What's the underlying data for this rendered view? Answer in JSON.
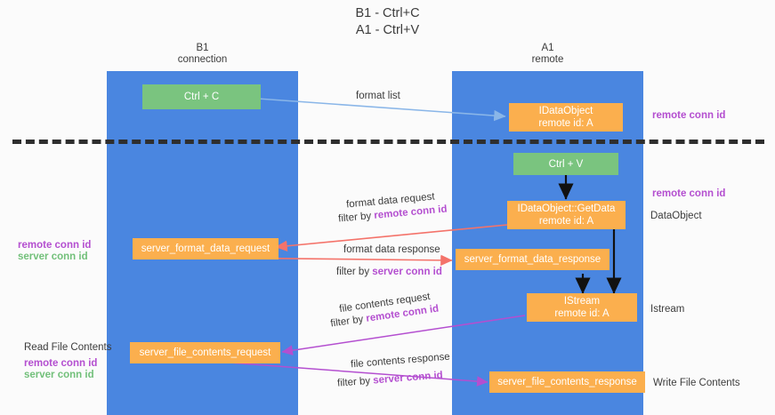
{
  "title": {
    "line1": "B1 - Ctrl+C",
    "line2": "A1 - Ctrl+V"
  },
  "colors": {
    "lane": "#4a86e0",
    "green_node": "#7ac47f",
    "orange_node": "#fbaf4e",
    "remote_conn_id": "#b44fd0",
    "server_conn_id": "#72c07a",
    "arrow_format_list": "#8ab6e8",
    "arrow_black": "#111111",
    "arrow_red": "#f4736a",
    "arrow_purple": "#b44fd0",
    "divider": "#2e2e2e",
    "background": "#fbfbfb"
  },
  "lanes": [
    {
      "id": "b1",
      "title": "B1",
      "subtitle": "connection"
    },
    {
      "id": "a1",
      "title": "A1",
      "subtitle": "remote"
    }
  ],
  "nodes": {
    "ctrl_c": {
      "line1": "Ctrl + C",
      "line2": ""
    },
    "idataobject": {
      "line1": "IDataObject",
      "line2": "remote id: A"
    },
    "ctrl_v": {
      "line1": "Ctrl + V",
      "line2": ""
    },
    "getdata": {
      "line1": "IDataObject::GetData",
      "line2": "remote id: A"
    },
    "fmt_request": {
      "line1": "server_format_data_request",
      "line2": ""
    },
    "fmt_response": {
      "line1": "server_format_data_response",
      "line2": ""
    },
    "istream": {
      "line1": "IStream",
      "line2": "remote id: A"
    },
    "file_request": {
      "line1": "server_file_contents_request",
      "line2": ""
    },
    "file_response": {
      "line1": "server_file_contents_response",
      "line2": ""
    }
  },
  "edge_labels": {
    "format_list": "format list",
    "format_data_request": "format data request",
    "format_data_response": "format data response",
    "file_contents_request": "file contents request",
    "file_contents_response": "file contents response",
    "filter_by": "filter by ",
    "remote_conn_id": "remote conn id",
    "server_conn_id": "server conn id"
  },
  "side_labels": {
    "right_remote_1": "remote conn id",
    "right_remote_2": "remote conn id",
    "right_dataobject": "DataObject",
    "right_istream": "Istream",
    "right_write_file": "Write File Contents",
    "left_remote": "remote conn id",
    "left_server": "server conn id",
    "left_read_file": "Read File Contents",
    "left_bottom_remote": "remote conn id",
    "left_bottom_server": "server conn id"
  }
}
